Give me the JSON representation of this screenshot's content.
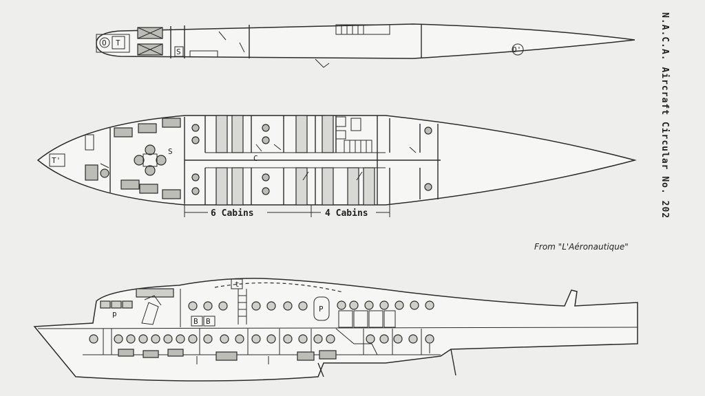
{
  "header": {
    "circular_title": "N.A.C.A. Aircraft Circular No. 202",
    "source_note": "From \"L'Aéronautique\""
  },
  "upper_deck": {
    "labels": {
      "o": "O",
      "t": "T",
      "s": "S",
      "o_prime": "O'"
    }
  },
  "main_deck": {
    "labels": {
      "t_prime": "T'",
      "s": "S",
      "c": "C"
    },
    "dimensions": {
      "six_cabins": "6 Cabins",
      "four_cabins": "4 Cabins"
    }
  },
  "profile": {
    "labels": {
      "t": "t",
      "p_lower": "p",
      "p_upper": "P",
      "b1": "B",
      "b2": "B"
    }
  }
}
